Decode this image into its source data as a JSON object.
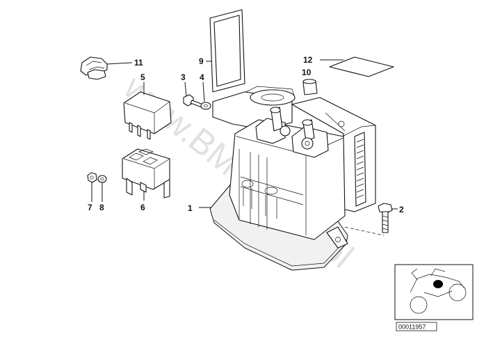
{
  "diagram": {
    "callouts": [
      {
        "id": "1",
        "text": "1"
      },
      {
        "id": "2",
        "text": "2"
      },
      {
        "id": "3",
        "text": "3"
      },
      {
        "id": "4",
        "text": "4"
      },
      {
        "id": "5",
        "text": "5"
      },
      {
        "id": "6",
        "text": "6"
      },
      {
        "id": "7",
        "text": "7"
      },
      {
        "id": "8",
        "text": "8"
      },
      {
        "id": "9",
        "text": "9"
      },
      {
        "id": "10",
        "text": "10"
      },
      {
        "id": "11",
        "text": "11"
      },
      {
        "id": "12",
        "text": "12"
      }
    ],
    "watermark": "www.BMWstore.pl",
    "diagram_code": "00011957"
  }
}
